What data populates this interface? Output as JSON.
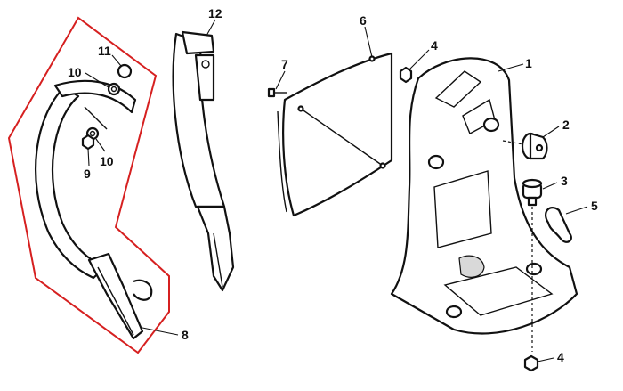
{
  "callouts": {
    "c1": "1",
    "c2": "2",
    "c3": "3",
    "c4_top": "4",
    "c4_bottom": "4",
    "c5": "5",
    "c6": "6",
    "c7": "7",
    "c8": "8",
    "c9": "9",
    "c10_upper": "10",
    "c10_lower": "10",
    "c11": "11",
    "c12": "12"
  },
  "colors": {
    "highlight": "#d62020",
    "line": "#111111",
    "background": "#ffffff"
  }
}
